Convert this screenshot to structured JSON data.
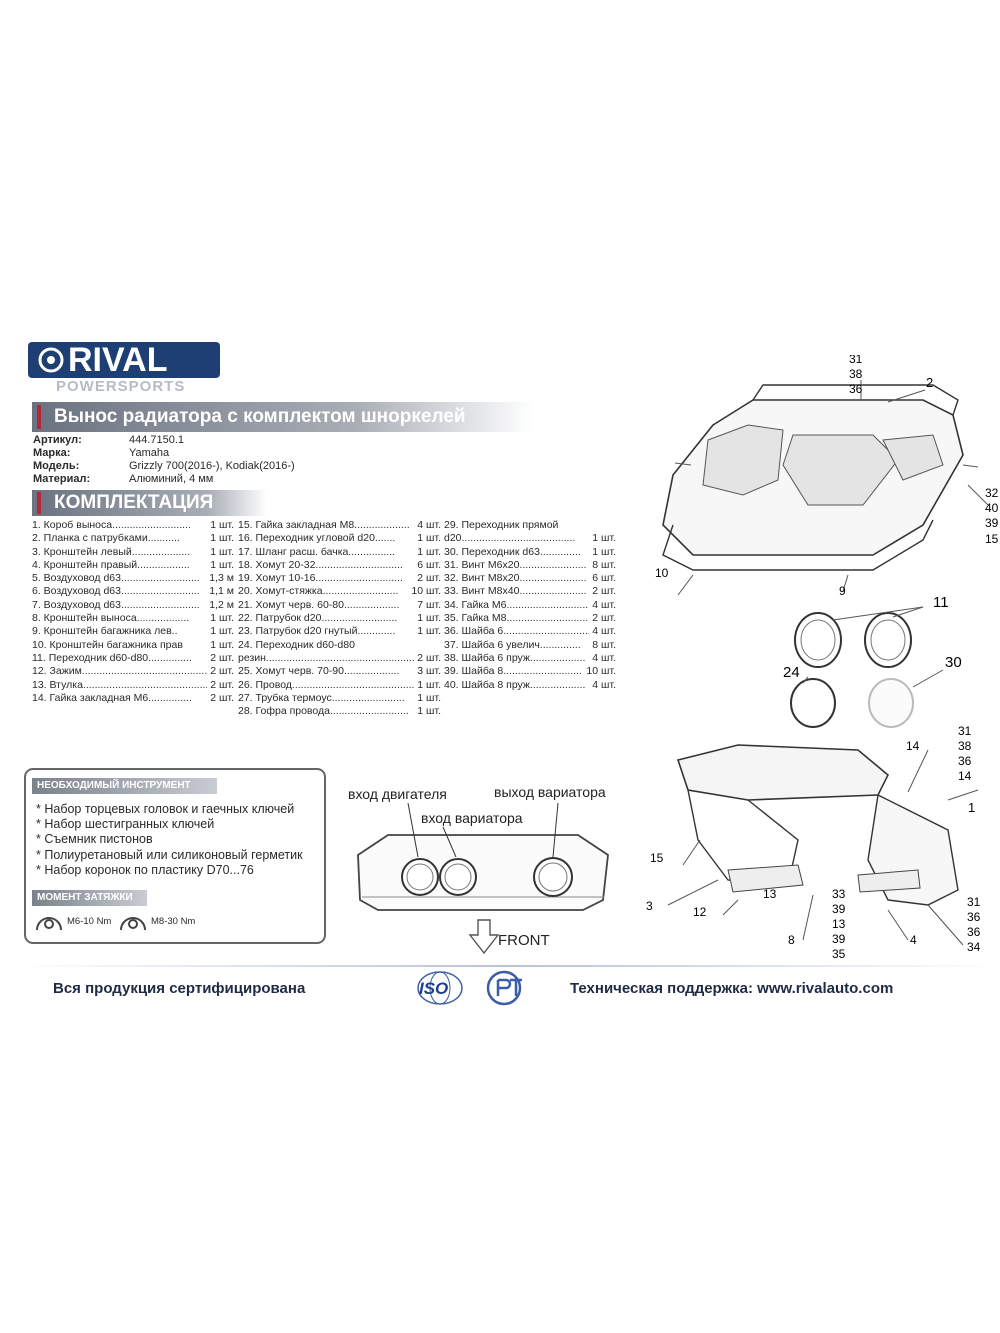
{
  "brand": {
    "name": "RIVAL",
    "sub": "POWERSPORTS"
  },
  "title": "Вынос радиатора с комплектом шноркелей",
  "meta": [
    {
      "k": "Артикул:",
      "v": "444.7150.1"
    },
    {
      "k": "Марка:",
      "v": "Yamaha"
    },
    {
      "k": "Модель:",
      "v": "Grizzly 700(2016-), Kodiak(2016-)"
    },
    {
      "k": "Материал:",
      "v": "Алюминий, 4 мм"
    }
  ],
  "kit_title": "КОМПЛЕКТАЦИЯ",
  "kit_col1": [
    {
      "n": "1. Короб выноса...........................",
      "q": "1 шт."
    },
    {
      "n": "2. Планка с патрубками...........",
      "q": "1 шт."
    },
    {
      "n": "3. Кронштейн левый....................",
      "q": "1 шт."
    },
    {
      "n": "4. Кронштейн правый..................",
      "q": "1 шт."
    },
    {
      "n": "5. Воздуховод d63...........................",
      "q": "1,3 м"
    },
    {
      "n": "6. Воздуховод d63...........................",
      "q": "1,1 м"
    },
    {
      "n": "7. Воздуховод d63...........................",
      "q": "1,2 м"
    },
    {
      "n": "8. Кронштейн выноса..................",
      "q": "1 шт."
    },
    {
      "n": "9. Кронштейн багажника лев..",
      "q": "1 шт."
    },
    {
      "n": "10. Кронштейн багажника прав",
      "q": "1 шт."
    },
    {
      "n": "11. Переходник d60-d80...............",
      "q": "2 шт."
    },
    {
      "n": "12. Зажим..................................................",
      "q": "2 шт."
    },
    {
      "n": "13. Втулка..............................................",
      "q": "2 шт."
    },
    {
      "n": "14. Гайка закладная М6...............",
      "q": "2 шт."
    }
  ],
  "kit_col2": [
    {
      "n": "15. Гайка закладная М8...................",
      "q": "4 шт."
    },
    {
      "n": "16. Переходник угловой d20.......",
      "q": "1 шт."
    },
    {
      "n": "17. Шланг расш. бачка................",
      "q": "1 шт."
    },
    {
      "n": "18. Хомут 20-32..............................",
      "q": "6 шт."
    },
    {
      "n": "19. Хомут 10-16..............................",
      "q": "2 шт."
    },
    {
      "n": "20. Хомут-стяжка..........................",
      "q": "10 шт."
    },
    {
      "n": "21. Хомут черв. 60-80...................",
      "q": "7 шт."
    },
    {
      "n": "22. Патрубок d20..........................",
      "q": "1 шт."
    },
    {
      "n": "23. Патрубок d20 гнутый.............",
      "q": "1 шт."
    },
    {
      "n": "24. Переходник d60-d80",
      "q": ""
    },
    {
      "n": "резин.........................................................",
      "q": "2 шт."
    },
    {
      "n": "25. Хомут черв. 70-90...................",
      "q": "3 шт."
    },
    {
      "n": "26. Провод..........................................",
      "q": "1 шт."
    },
    {
      "n": "27. Трубка термоус.........................",
      "q": "1 шт."
    },
    {
      "n": "28. Гофра провода...........................",
      "q": "1 шт."
    }
  ],
  "kit_col3": [
    {
      "n": "29. Переходник прямой",
      "q": ""
    },
    {
      "n": "d20.......................................",
      "q": "1 шт."
    },
    {
      "n": "30. Переходник d63..............",
      "q": "1 шт."
    },
    {
      "n": "31. Винт М6х20.......................",
      "q": "8 шт."
    },
    {
      "n": "32. Винт М8х20.......................",
      "q": "6 шт."
    },
    {
      "n": "33. Винт М8х40.......................",
      "q": "2 шт."
    },
    {
      "n": "34. Гайка М6..............................",
      "q": "4 шт."
    },
    {
      "n": "35. Гайка М8..............................",
      "q": "2 шт."
    },
    {
      "n": "36. Шайба 6...............................",
      "q": "4 шт."
    },
    {
      "n": "37. Шайба 6 увелич..............",
      "q": "8 шт."
    },
    {
      "n": "38. Шайба 6 пруж...................",
      "q": "4 шт."
    },
    {
      "n": "39. Шайба 8..............................",
      "q": "10 шт."
    },
    {
      "n": "40. Шайба 8 пруж...................",
      "q": "4 шт."
    }
  ],
  "tools": {
    "title": "НЕОБХОДИМЫЙ ИНСТРУМЕНТ",
    "items": [
      "* Набор торцевых головок и гаечных ключей",
      "* Набор шестигранных ключей",
      "* Съемник пистонов",
      "* Полиуретановый или силиконовый герметик",
      "* Набор коронок по пластику D70...76"
    ],
    "torque_title": "МОМЕНТ ЗАТЯЖКИ",
    "torque_m6": "M6-10 Nm",
    "torque_m8": "M8-30 Nm"
  },
  "scheme": {
    "engine_in": "вход двигателя",
    "variator_out": "выход вариатора",
    "variator_in": "вход вариатора",
    "front": "FRONT"
  },
  "callouts": {
    "top": [
      "31",
      "38",
      "36",
      "2",
      "32",
      "40",
      "39",
      "15",
      "10",
      "9"
    ],
    "mid": [
      "11",
      "24",
      "30"
    ],
    "bot": [
      "31",
      "38",
      "36",
      "14",
      "14",
      "1",
      "15",
      "3",
      "12",
      "13",
      "8",
      "33",
      "39",
      "13",
      "39",
      "35",
      "4",
      "31",
      "36",
      "36",
      "34"
    ]
  },
  "footer": {
    "certified": "Вся продукция сертифицирована",
    "iso": "ISO",
    "pct": "РСТ",
    "support": "Техническая поддержка: www.rivalauto.com"
  },
  "colors": {
    "brand_blue": "#1d3f73",
    "accent_red": "#b4263a",
    "bar_gray": "#6b7280"
  }
}
